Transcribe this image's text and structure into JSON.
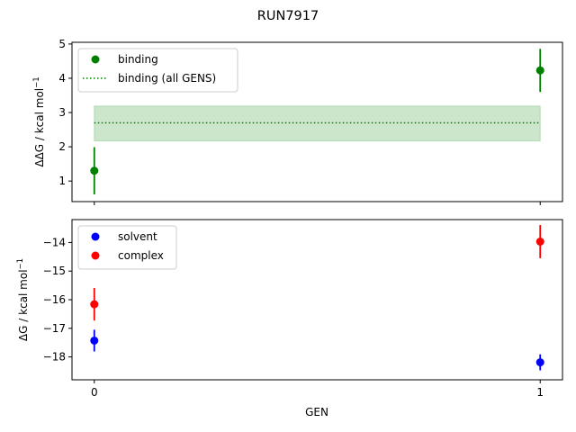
{
  "chart_data": [
    {
      "type": "scatter",
      "suptitle": "RUN7917",
      "ylabel_parts": [
        "ΔΔG / kcal mol",
        "−1"
      ],
      "xlabel": "",
      "xlim": [
        -0.05,
        1.05
      ],
      "ylim": [
        0.4,
        5.05
      ],
      "yticks": [
        1,
        2,
        3,
        4,
        5
      ],
      "xticks": [
        0,
        1
      ],
      "grid": false,
      "legend": "top-left",
      "series": [
        {
          "name": "binding",
          "kind": "errorbar",
          "color": "#008000",
          "x": [
            0,
            1
          ],
          "y": [
            1.3,
            4.23
          ],
          "err": [
            0.69,
            0.63
          ]
        },
        {
          "name": "binding (all GENS)",
          "kind": "dotted-line-band",
          "color": "#008000",
          "x": [
            0,
            1
          ],
          "y": 2.7,
          "band": [
            2.17,
            3.19
          ]
        }
      ]
    },
    {
      "type": "scatter",
      "ylabel_parts": [
        "ΔG / kcal mol",
        "−1"
      ],
      "xlabel": "GEN",
      "xlim": [
        -0.05,
        1.05
      ],
      "ylim": [
        -18.8,
        -13.2
      ],
      "yticks": [
        -14,
        -15,
        -16,
        -17,
        -18
      ],
      "ytick_labels": [
        "−14",
        "−15",
        "−16",
        "−17",
        "−18"
      ],
      "xticks": [
        0,
        1
      ],
      "grid": false,
      "legend": "top-left",
      "series": [
        {
          "name": "solvent",
          "kind": "errorbar",
          "color": "#0000ff",
          "x": [
            0,
            1
          ],
          "y": [
            -17.43,
            -18.19
          ],
          "err": [
            0.38,
            0.28
          ]
        },
        {
          "name": "complex",
          "kind": "errorbar",
          "color": "#ff0000",
          "x": [
            0,
            1
          ],
          "y": [
            -16.16,
            -13.97
          ],
          "err": [
            0.57,
            0.58
          ]
        }
      ]
    }
  ]
}
